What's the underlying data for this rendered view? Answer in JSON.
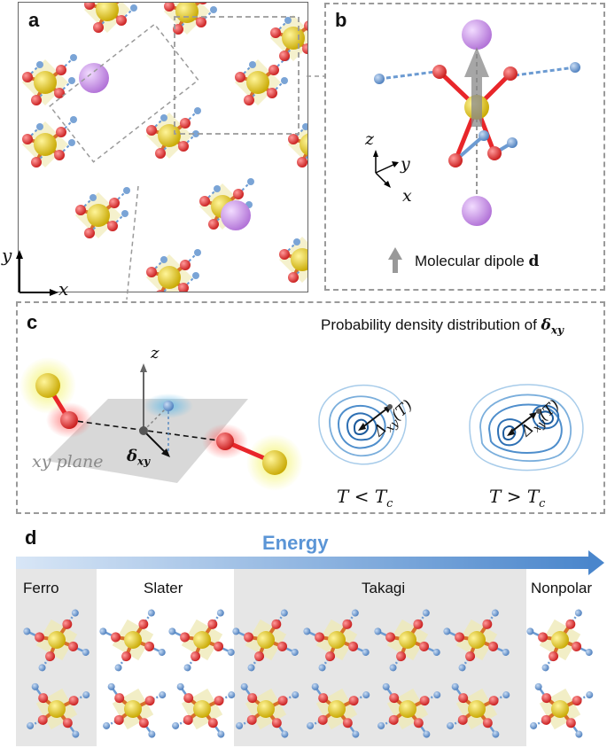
{
  "panels": {
    "a": {
      "label": "a",
      "axis_x": "x",
      "axis_y": "y"
    },
    "b": {
      "label": "b",
      "axis_z": "z",
      "axis_y": "y",
      "axis_x": "x",
      "dipole_text": "Molecular dipole ",
      "dipole_symbol": "d"
    },
    "c": {
      "label": "c",
      "title_text": "Probability density distribution of ",
      "title_symbol": "δ",
      "title_sub": "xy",
      "axis_z": "z",
      "delta_symbol": "δ",
      "delta_sub": "xy",
      "plane_label": "xy plane",
      "contour_left_label": "Δxy(T)",
      "contour_right_label": "Δxy(T)",
      "cond_left": "T < Tc",
      "cond_right": "T > Tc"
    },
    "d": {
      "label": "d",
      "energy_label": "Energy",
      "phases": [
        "Ferro",
        "Slater",
        "Takagi",
        "Nonpolar"
      ]
    }
  },
  "colors": {
    "oxygen": "#e8262a",
    "phosphorus": "#e8d20e",
    "hydrogen": "#6c9bd2",
    "cesium": "#c890e0",
    "energy_arrow": "#5b95d6",
    "contour": "#3e7fb8"
  }
}
